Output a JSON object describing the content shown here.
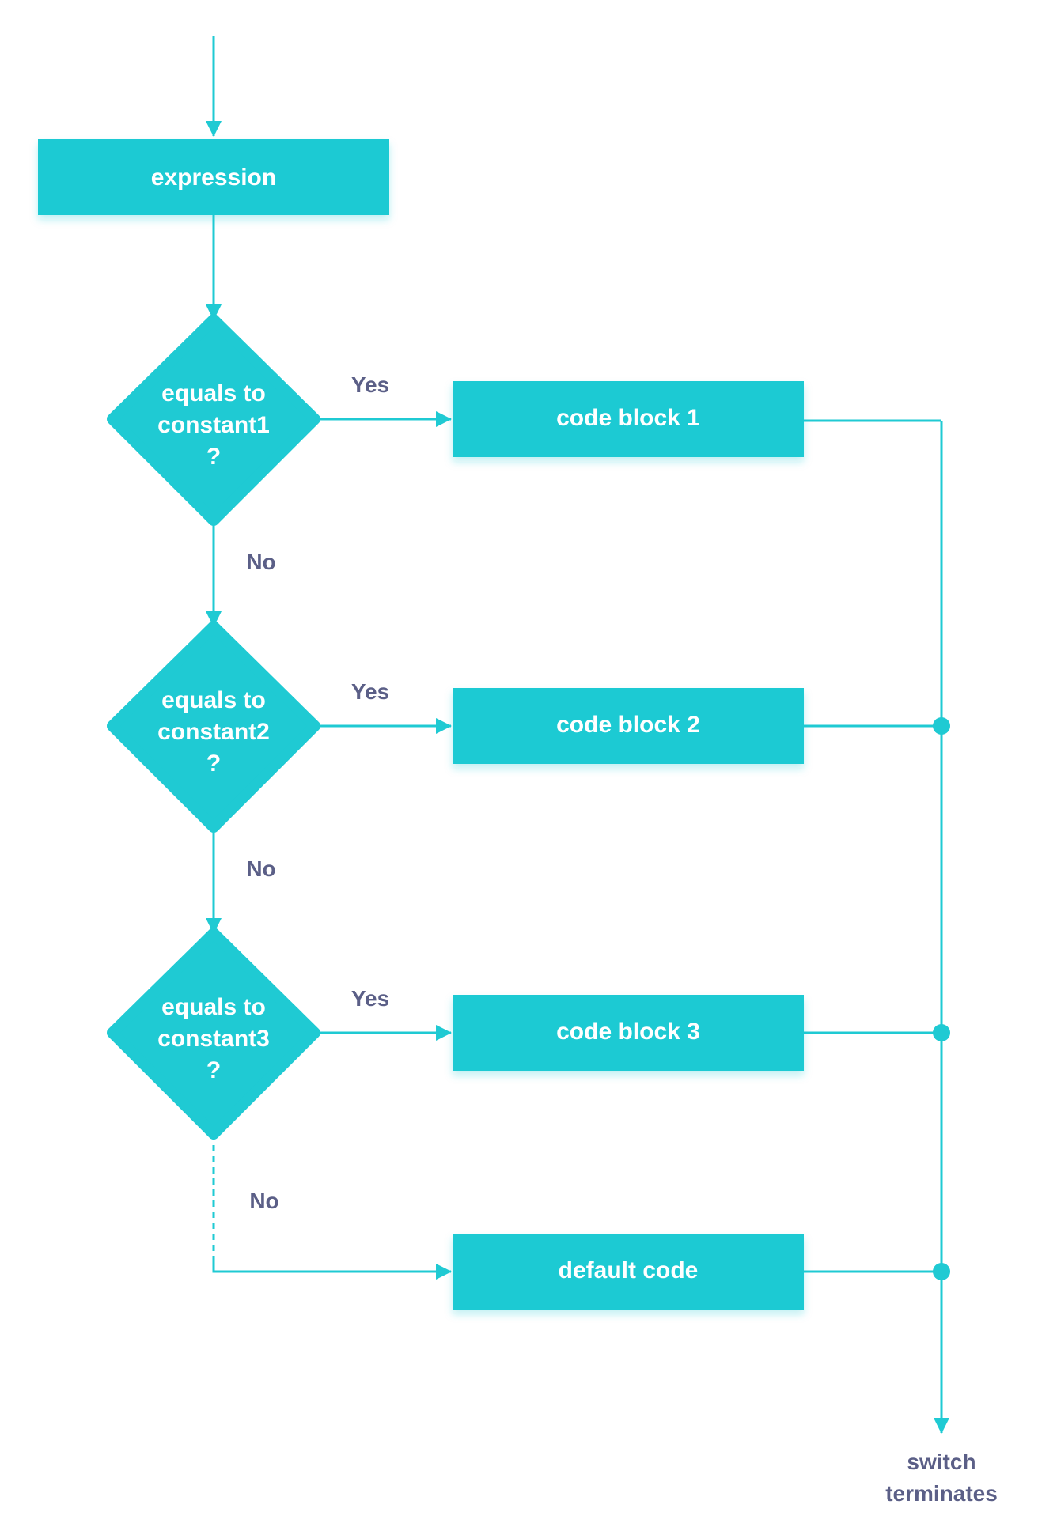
{
  "colors": {
    "node_fill": "#1fcad3",
    "edge_stroke": "#1fcad3",
    "node_text": "#ffffff",
    "label_text": "#5b5f87"
  },
  "nodes": {
    "expression": "expression",
    "decision1": [
      "equals to",
      "constant1",
      "?"
    ],
    "decision2": [
      "equals to",
      "constant2",
      "?"
    ],
    "decision3": [
      "equals to",
      "constant3",
      "?"
    ],
    "code_block_1": "code block 1",
    "code_block_2": "code block 2",
    "code_block_3": "code block 3",
    "default_code": "default code",
    "end": [
      "switch",
      "terminates"
    ]
  },
  "edge_labels": {
    "yes1": "Yes",
    "yes2": "Yes",
    "yes3": "Yes",
    "no1": "No",
    "no2": "No",
    "no3": "No"
  }
}
